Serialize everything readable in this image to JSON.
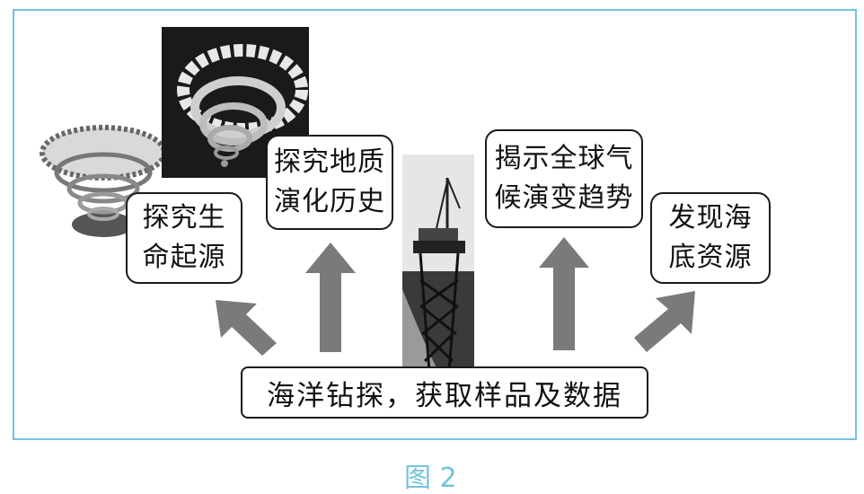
{
  "source": "海洋钻探，获取样品及数据",
  "outcomes": [
    {
      "label": "探究生\n命起源"
    },
    {
      "label": "探究地质\n演化历史"
    },
    {
      "label": "揭示全球气\n候演变趋势"
    },
    {
      "label": "发现海\n底资源"
    }
  ],
  "colors": {
    "frame": "#73c3df",
    "arrow": "#7a7a7a",
    "caption": "#73c3df"
  },
  "figure_caption": "图 2"
}
